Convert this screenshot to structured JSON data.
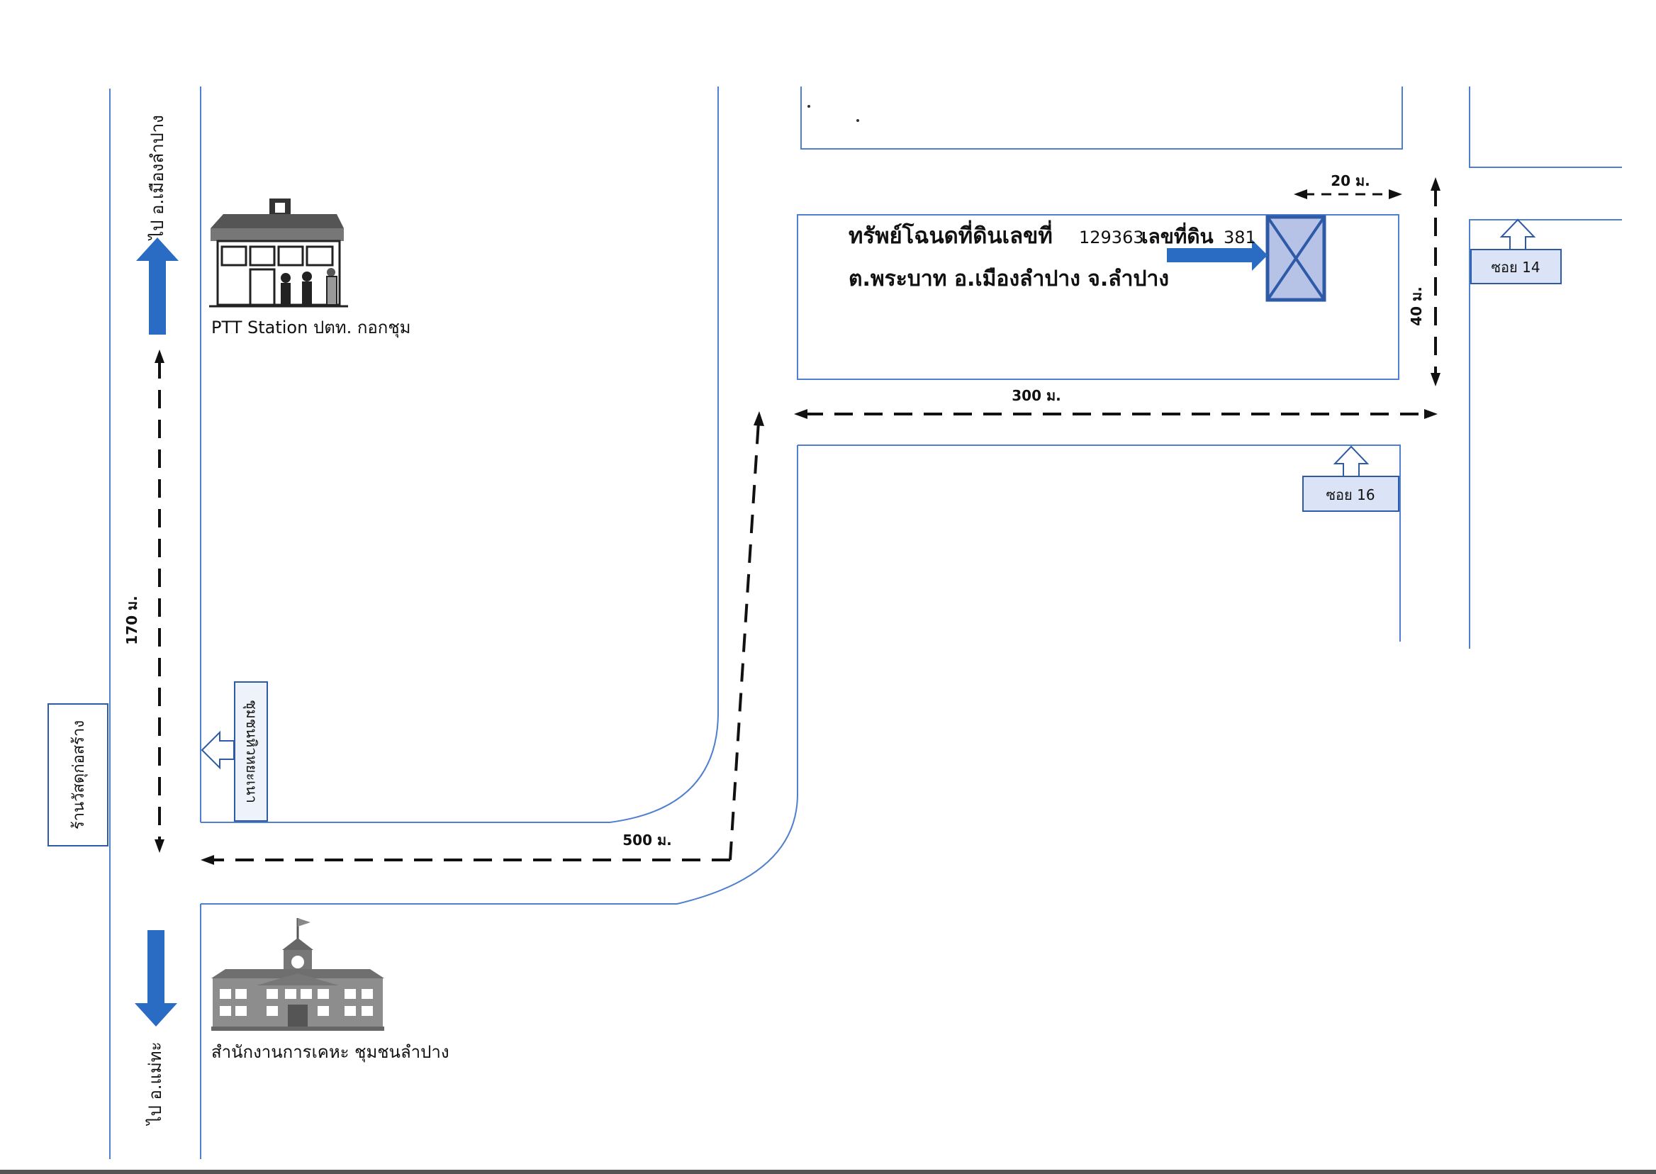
{
  "title_line1": "ทรัพย์โฉนดที่ดินเลขที่",
  "deed_no": "129363",
  "land_no_label": "เลขที่ดิน",
  "land_no": "381",
  "title_line2": "ต.พระบาท  อ.เมืองลำปาง  จ.ลำปาง",
  "gas_station": "PTT Station ปตท. กอกชุม",
  "office": "สำนักงานการเคหะ ชุมชนลำปาง",
  "to_north": "ไป อ.เมืองลำปาง",
  "to_south": "ไป อ.แม่ทะ",
  "store": "ร้านวัสดุก่อสร้าง",
  "community_sign": "ชุมชนหิวหยะเนา",
  "soi14": "ซอย 14",
  "soi16": "ซอย 16",
  "distances": {
    "d170": "170 ม.",
    "d500": "500 ม.",
    "d300": "300 ม.",
    "d20": "20 ม.",
    "d40": "40 ม."
  },
  "colors": {
    "road": "#4f7fcf",
    "arrow": "#2a6cc4",
    "plot": "#b7c3e6",
    "sign": "#dbe3f7"
  },
  "icons": [
    "gas-station-icon",
    "government-building-icon",
    "location-arrow-icon"
  ]
}
